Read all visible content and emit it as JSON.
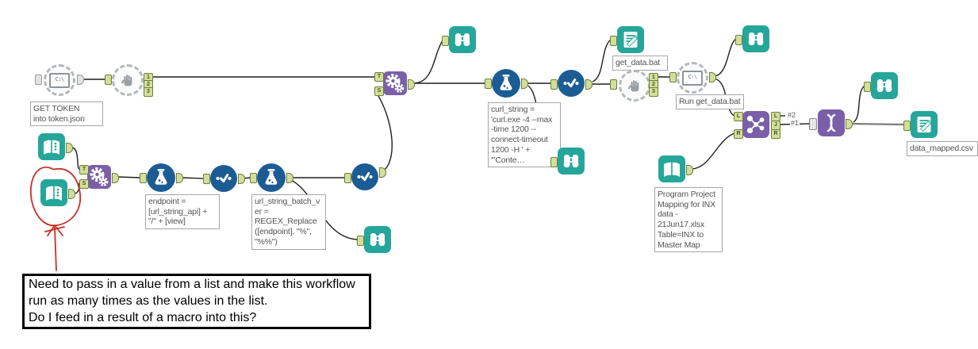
{
  "colors": {
    "teal": "#26a69a",
    "purple": "#7a5fa8",
    "blue": "#1c5c94",
    "gray_tool": "#b3b8bc",
    "anchor_green": "#d3de9d",
    "wire": "#1f1f1f",
    "red_scribble": "#c82f28"
  },
  "tools": {
    "cmd_icon_text": "C:\\"
  },
  "anchors": {
    "t": "T",
    "s": "S",
    "l": "L",
    "r": "R",
    "j": "J",
    "one": "1",
    "two": "2",
    "three": "3"
  },
  "connection_labels": {
    "first": "#1",
    "second": "#2"
  },
  "annotations": {
    "get_token": "GET TOKEN\ninto token.json",
    "endpoint": "endpoint =\n[url_string_api] +\n\"/\" + [view]",
    "url_string_batch": "url_string_batch_v\ner =\nREGEX_Replace\n([endpoint], \"%\",\n\"%%\")",
    "curl_string": "curl_string =\n'curl.exe -4 --max\n-time 1200 --\nconnect-timeout\n1200 -H ' +\n'\"Conte…",
    "get_data_bat": "get_data.bat",
    "run_get_data_bat": "Run get_data.bat",
    "program_mapping": "Program Project\nMapping for INX\ndata -\n21Jun17.xlsx\nTable=INX to\nMaster Map",
    "data_mapped_csv": "data_mapped.csv"
  },
  "note": {
    "text": "Need to pass in a value from a list and make this workflow\nrun as many times as the values in the list.\nDo I feed in a result of a macro into this?"
  }
}
